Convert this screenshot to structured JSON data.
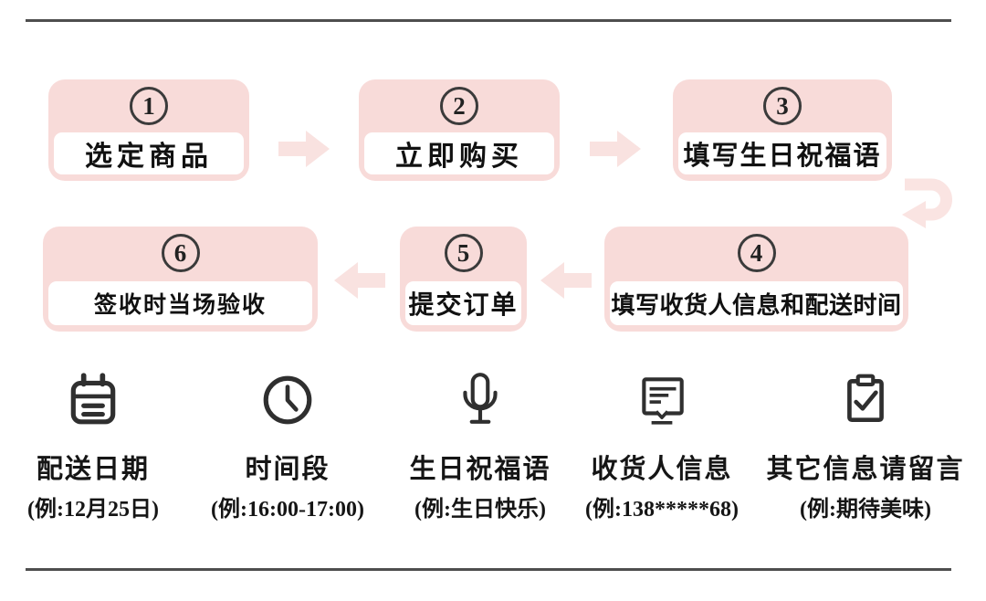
{
  "flow": {
    "steps": [
      {
        "num": "1",
        "label": "选定商品"
      },
      {
        "num": "2",
        "label": "立即购买"
      },
      {
        "num": "3",
        "label": "填写生日祝福语"
      },
      {
        "num": "4",
        "label": "填写收货人信息和配送时间"
      },
      {
        "num": "5",
        "label": "提交订单"
      },
      {
        "num": "6",
        "label": "签收时当场验收"
      }
    ]
  },
  "legend": {
    "items": [
      {
        "icon": "calendar-icon",
        "label": "配送日期",
        "example": "(例:12月25日)"
      },
      {
        "icon": "clock-icon",
        "label": "时间段",
        "example": "(例:16:00-17:00)"
      },
      {
        "icon": "microphone-icon",
        "label": "生日祝福语",
        "example": "(例:生日快乐)"
      },
      {
        "icon": "message-board-icon",
        "label": "收货人信息",
        "example": "(例:138*****68)"
      },
      {
        "icon": "clipboard-check-icon",
        "label": "其它信息请留言",
        "example": "(例:期待美味)"
      }
    ]
  },
  "colors": {
    "box_pink": "#f8dbd9",
    "arrow_pink": "#f9e2e0",
    "icon_stroke": "#2f2f2f",
    "rule_gray": "#4e4e4e",
    "circle_stroke": "#3b3b3b"
  }
}
